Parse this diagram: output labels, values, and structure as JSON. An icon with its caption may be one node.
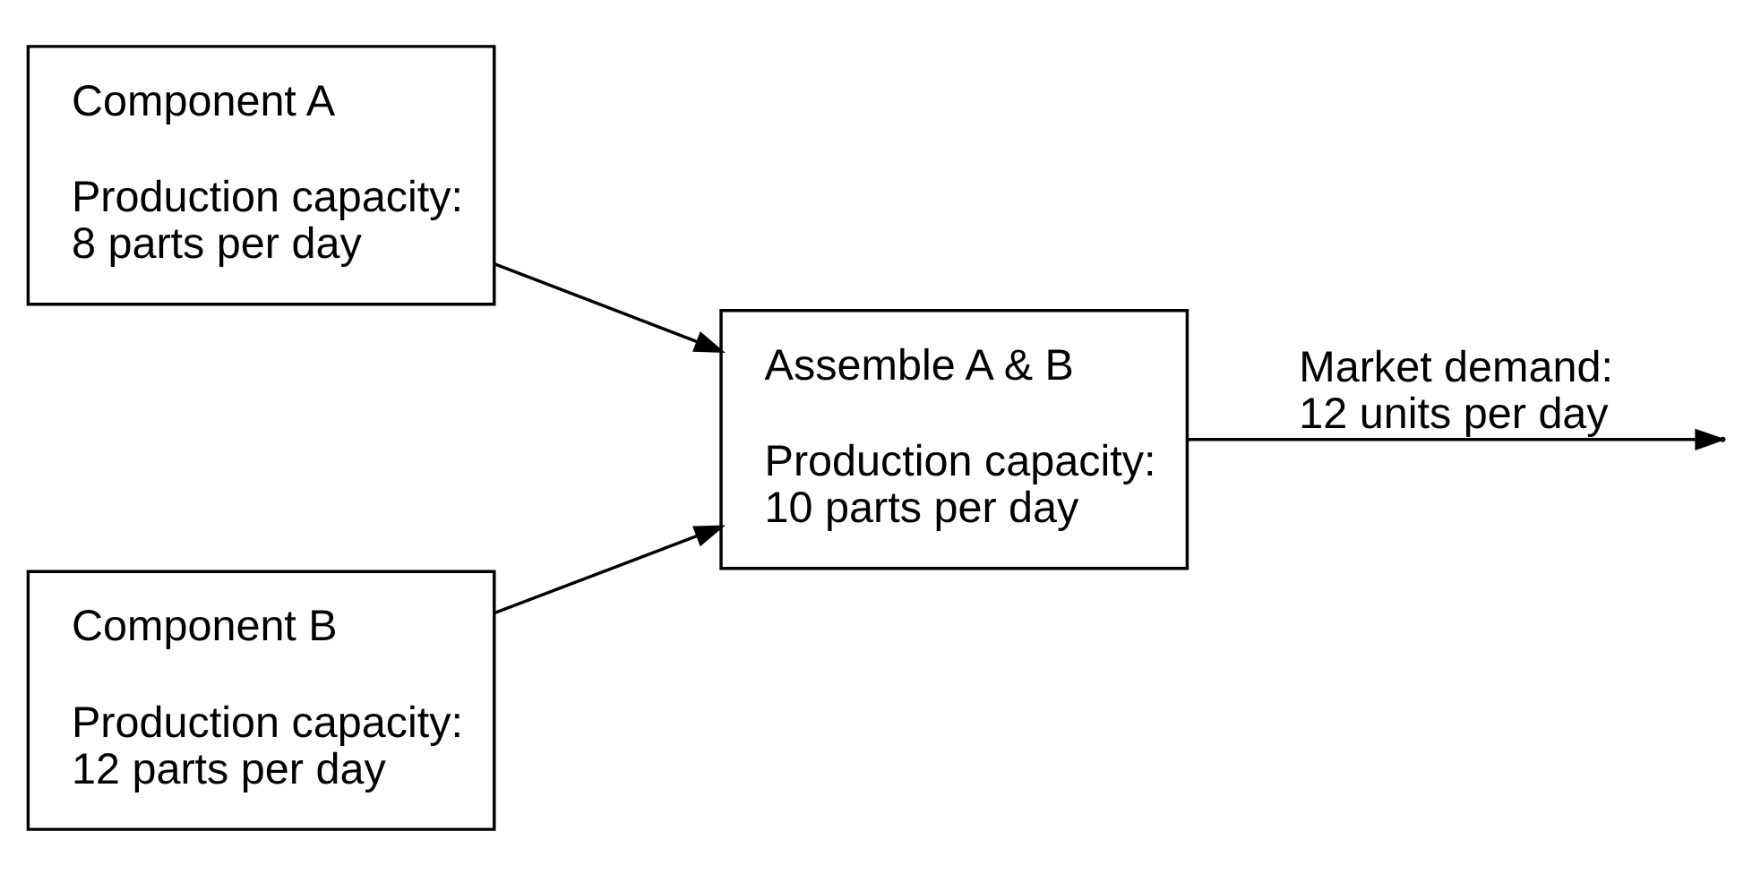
{
  "diagram": {
    "nodes": [
      {
        "text": [
          "Component A",
          "Production capacity: 8 parts per day"
        ]
      },
      {
        "text": [
          "Component B",
          "Production capacity: 12 parts per day"
        ]
      },
      {
        "text": [
          "Assemble A & B",
          "Production capacity: 10 parts per day"
        ]
      }
    ],
    "edges": [
      {
        "from": 0,
        "to": 2,
        "arrow": "to"
      },
      {
        "from": 1,
        "to": 2,
        "arrow": "to"
      },
      {
        "from": 2,
        "to": null,
        "arrow": "to",
        "label": "Market demand: 12 units per day"
      }
    ]
  }
}
